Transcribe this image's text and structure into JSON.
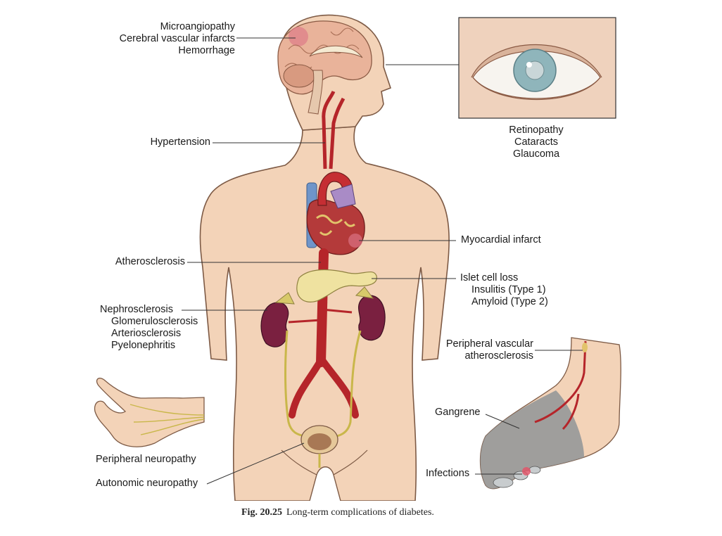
{
  "labels": {
    "brain": [
      "Microangiopathy",
      "Cerebral vascular infarcts",
      "Hemorrhage"
    ],
    "eye": [
      "Retinopathy",
      "Cataracts",
      "Glaucoma"
    ],
    "hypertension": "Hypertension",
    "myocardial": "Myocardial infarct",
    "atherosclerosis": "Atherosclerosis",
    "islet": {
      "title": "Islet cell loss",
      "sub": [
        "Insulitis (Type 1)",
        "Amyloid (Type 2)"
      ]
    },
    "kidney": {
      "title": "Nephrosclerosis",
      "sub": [
        "Glomerulosclerosis",
        "Arteriosclerosis",
        "Pyelonephritis"
      ]
    },
    "peripheral_vascular": [
      "Peripheral vascular",
      "atherosclerosis"
    ],
    "gangrene": "Gangrene",
    "infections": "Infections",
    "peripheral_neuropathy": "Peripheral neuropathy",
    "autonomic_neuropathy": "Autonomic neuropathy"
  },
  "caption": {
    "number": "Fig. 20.25",
    "text": "Long-term complications of diabetes."
  },
  "colors": {
    "skin": "#f3d3b8",
    "skin_outline": "#7d5a45",
    "artery": "#b5252a",
    "vein": "#6f95c9",
    "kidney": "#7a2040",
    "pancreas": "#efe2a0",
    "nerve": "#c9b74a",
    "brain": "#e9b39a",
    "eye_iris": "#8fb5bb",
    "foot_gray": "#8f9497"
  }
}
